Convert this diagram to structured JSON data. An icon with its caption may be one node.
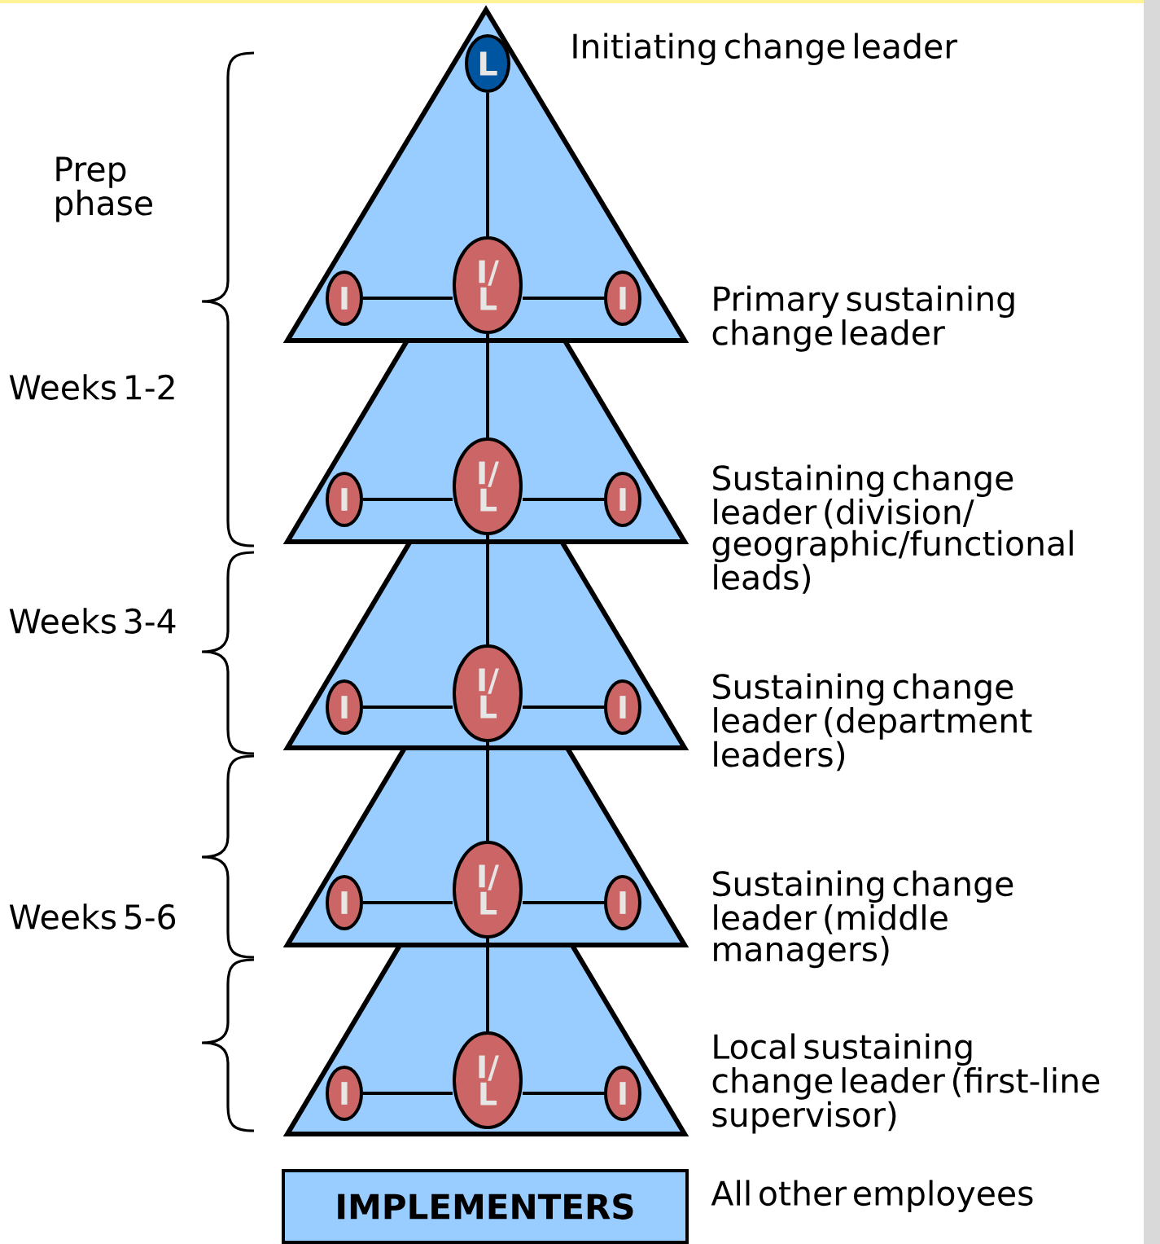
{
  "diagram": {
    "nodes": [
      {
        "text": [],
        "shape": "triangle",
        "beside": [
          "Primary sustaining change leader"
        ]
      },
      {
        "text": [
          "L"
        ],
        "in": 0,
        "beside": [
          "Initiating change leader"
        ]
      },
      {
        "text": [
          "I"
        ],
        "in": 0
      },
      {
        "text": [
          "I/ L"
        ],
        "in": 0
      },
      {
        "text": [
          "I"
        ],
        "in": 0
      },
      {
        "text": [],
        "shape": "trapezoid",
        "beside": [
          "Sustaining change leader (division/ geographic/functional leads)"
        ]
      },
      {
        "text": [
          "I"
        ],
        "in": 5
      },
      {
        "text": [
          "I/ L"
        ],
        "in": 5
      },
      {
        "text": [
          "I"
        ],
        "in": 5
      },
      {
        "text": [],
        "shape": "trapezoid",
        "beside": [
          "Sustaining change leader (department leaders)"
        ]
      },
      {
        "text": [
          "I"
        ],
        "in": 9
      },
      {
        "text": [
          "I/ L"
        ],
        "in": 9
      },
      {
        "text": [
          "I"
        ],
        "in": 9
      },
      {
        "text": [],
        "shape": "trapezoid",
        "beside": [
          "Sustaining change leader (middle managers)"
        ]
      },
      {
        "text": [
          "I"
        ],
        "in": 13
      },
      {
        "text": [
          "I/ L"
        ],
        "in": 13
      },
      {
        "text": [
          "I"
        ],
        "in": 13
      },
      {
        "text": [],
        "shape": "trapezoid",
        "beside": [
          "Local sustaining change leader (first-line supervisor)"
        ]
      },
      {
        "text": [
          "I"
        ],
        "in": 17
      },
      {
        "text": [
          "I/ L"
        ],
        "in": 17
      },
      {
        "text": [
          "I"
        ],
        "in": 17
      },
      {
        "text": [
          "IMPLEMENTERS"
        ],
        "beside": [
          "All other employees"
        ]
      }
    ],
    "edges": [
      {
        "from": 1,
        "to": 3,
        "arrow": "none"
      },
      {
        "from": 3,
        "to": 2,
        "arrow": "none"
      },
      {
        "from": 3,
        "to": 4,
        "arrow": "none"
      },
      {
        "from": 3,
        "to": 7,
        "arrow": "none"
      },
      {
        "from": 7,
        "to": 6,
        "arrow": "none"
      },
      {
        "from": 7,
        "to": 8,
        "arrow": "none"
      },
      {
        "from": 7,
        "to": 11,
        "arrow": "none"
      },
      {
        "from": 11,
        "to": 10,
        "arrow": "none"
      },
      {
        "from": 11,
        "to": 12,
        "arrow": "none"
      },
      {
        "from": 11,
        "to": 15,
        "arrow": "none"
      },
      {
        "from": 15,
        "to": 14,
        "arrow": "none"
      },
      {
        "from": 15,
        "to": 16,
        "arrow": "none"
      },
      {
        "from": 15,
        "to": 19,
        "arrow": "none"
      },
      {
        "from": 19,
        "to": 18,
        "arrow": "none"
      },
      {
        "from": 19,
        "to": 20,
        "arrow": "none"
      }
    ],
    "labels": [
      "Prep phase",
      "Weeks 1-2",
      "Weeks 3-4",
      "Weeks 5-6"
    ]
  }
}
